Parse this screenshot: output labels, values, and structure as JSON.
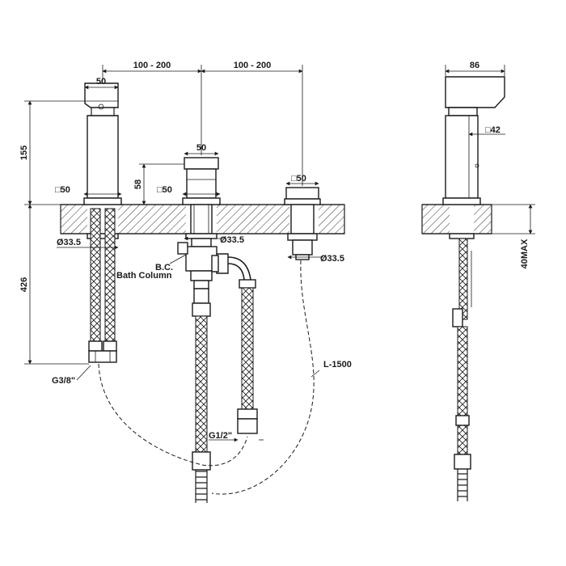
{
  "dimensions": {
    "spacing_left": "100 - 200",
    "spacing_right": "100 - 200",
    "spout_width": "50",
    "spout_height": "155",
    "diverter_width": "50",
    "diverter_height": "58",
    "base_left": "□50",
    "base_mid": "□50",
    "base_right": "□50",
    "shank_left": "Ø33.5",
    "shank_mid": "Ø33.5",
    "shank_right": "Ø33.5",
    "hose_length_left": "426",
    "side_depth": "86",
    "side_square": "□42",
    "max_counter": "40MAX"
  },
  "labels": {
    "bc": "B.C.",
    "bath_column": "Bath Column",
    "thread_left": "G3/8\"",
    "thread_mid": "G1/2\"",
    "shower_hose": "L-1500"
  }
}
